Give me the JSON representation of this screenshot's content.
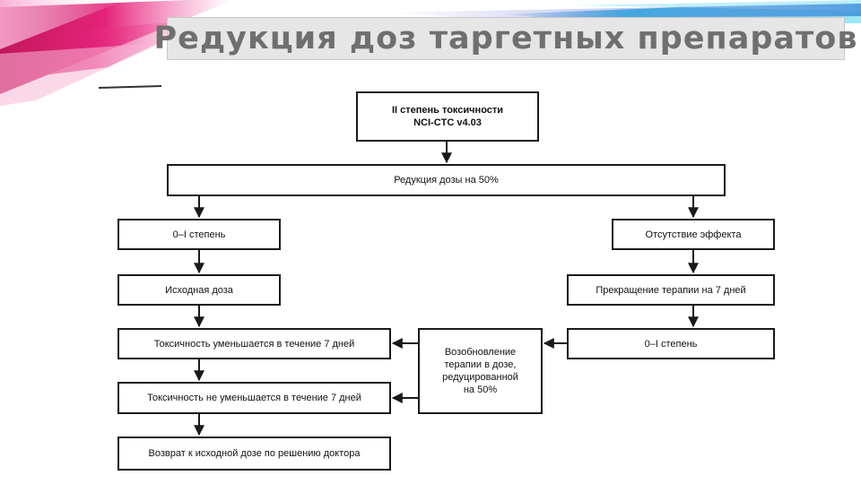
{
  "slide": {
    "title": "Редукция доз таргетных препаратов"
  },
  "flowchart": {
    "nodes": {
      "grade2": {
        "line1": "II степень токсичности",
        "line2": "NCI-CTC v4.03"
      },
      "reduce50": "Редукция дозы на 50%",
      "grade01_left": "0–I степень",
      "no_effect": "Отсутствие эффекта",
      "initial_dose": "Исходная доза",
      "stop_therapy": "Прекращение терапии на 7 дней",
      "tox_decreases": "Токсичность уменьшается в течение 7 дней",
      "grade01_right": "0–I степень",
      "resume": {
        "line1": "Возобновление",
        "line2": "терапии в дозе,",
        "line3": "редуцированной",
        "line4": "на 50%"
      },
      "tox_not_decreases": "Токсичность не уменьшается в течение 7 дней",
      "return_initial": "Возврат к исходной дозе по решению доктора"
    }
  },
  "colors": {
    "stroke": "#1a1a1a",
    "title_bg": "#e6e6e6",
    "title_text": "#6f6f6f",
    "accent_magenta": "#e4237a",
    "accent_pink": "#f36fb0",
    "accent_cyan": "#3fc7e8",
    "accent_blue": "#2a7fd6"
  }
}
